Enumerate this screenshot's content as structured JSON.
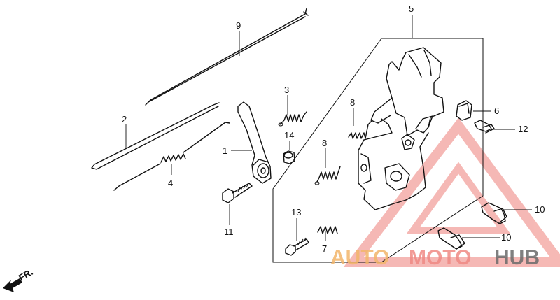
{
  "parts": [
    {
      "callout": "1"
    },
    {
      "callout": "2"
    },
    {
      "callout": "3"
    },
    {
      "callout": "4"
    },
    {
      "callout": "5"
    },
    {
      "callout": "6"
    },
    {
      "callout": "7"
    },
    {
      "callout": "8"
    },
    {
      "callout": "8"
    },
    {
      "callout": "9"
    },
    {
      "callout": "10"
    },
    {
      "callout": "10"
    },
    {
      "callout": "11"
    },
    {
      "callout": "12"
    },
    {
      "callout": "13"
    },
    {
      "callout": "14"
    }
  ],
  "direction_label": "FR.",
  "watermark": {
    "part1": "AUTO",
    "part2": "MOTO",
    "part3": "HUB",
    "colors": {
      "auto": "#f3b66a",
      "moto": "#f08a84",
      "hub": "#6b6b6b",
      "triangle": "#f08a84"
    }
  }
}
